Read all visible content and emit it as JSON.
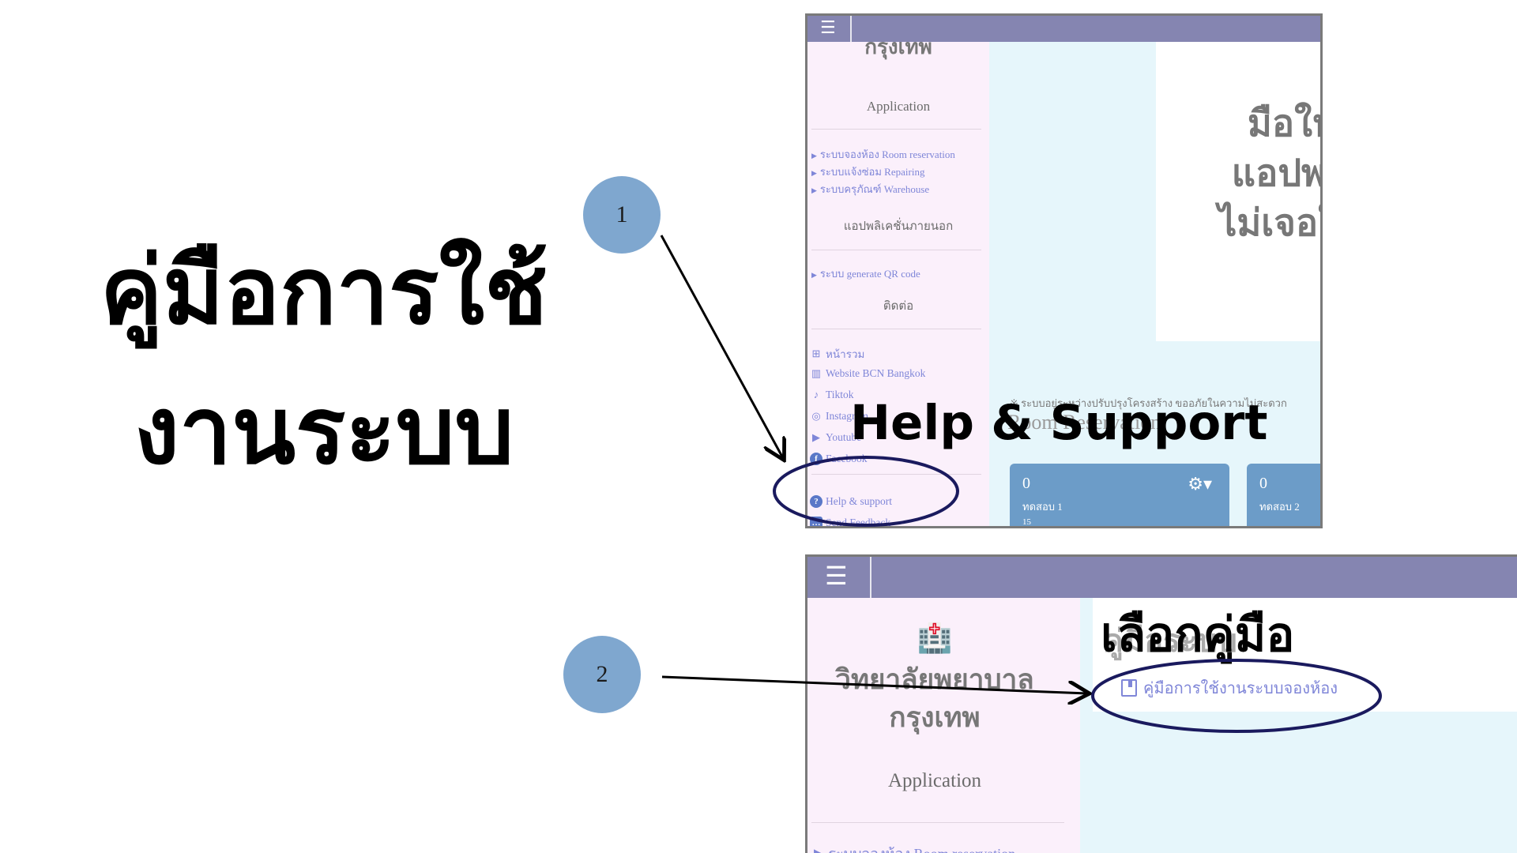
{
  "slide": {
    "title_line1": "คู่มือการใช้",
    "title_line2": "งานระบบ",
    "step1": "1",
    "step2": "2",
    "overlay_help": "Help & Support",
    "overlay_choose": "เลือกคู่มือ"
  },
  "panel1": {
    "menu_icon": "hamburger-icon",
    "college_partial": "กรุงเทพ",
    "section_application": "Application",
    "app_links": [
      "ระบบจองห้อง Room reservation",
      "ระบบแจ้งซ่อม Repairing",
      "ระบบครุภัณฑ์ Warehouse"
    ],
    "section_external": "แอปพลิเคชั่นภายนอก",
    "external_links": [
      "ระบบ generate QR code"
    ],
    "section_contact": "ติดต่อ",
    "contact_links": [
      {
        "icon": "grid-icon",
        "label": "หน้ารวม"
      },
      {
        "icon": "building-icon",
        "label": "Website BCN Bangkok"
      },
      {
        "icon": "tiktok-icon",
        "label": "Tiktok"
      },
      {
        "icon": "instagram-icon",
        "label": "Instagram"
      },
      {
        "icon": "youtube-icon",
        "label": "Youtube"
      },
      {
        "icon": "facebook-icon",
        "label": "Facebook"
      }
    ],
    "help_link": "Help & support",
    "feedback_link": "Send Feedback",
    "welcome_lines": [
      "มือใหม่",
      "แอปพลิเ",
      "ไม่เจอใช่"
    ],
    "notice": "※ ระบบอยู่ระหว่างปรับปรุงโครงสร้าง ขออภัยในความไม่สะดวก",
    "room_title": "Room Reservation",
    "tiles": [
      {
        "value": "0",
        "label": "ทดสอบ 1",
        "sub": "15"
      },
      {
        "value": "0",
        "label": "ทดสอบ 2"
      }
    ]
  },
  "panel2": {
    "menu_icon": "hamburger-icon",
    "college_line1": "วิทยาลัยพยาบาล",
    "college_line2": "กรุงเทพ",
    "section_application": "Application",
    "app_link": "ระบบจองห้อง Room reservation",
    "header_ghost": "คู่มือระบบ",
    "manual_link": "คู่มือการใช้งานระบบจองห้อง"
  },
  "colors": {
    "topbar": "#8585b1",
    "sidebar": "#fbf0fb",
    "content_bg": "#e6f6fb",
    "link": "#7f86d8",
    "badge": "#7fa7cf",
    "tile": "#6c9cc8",
    "ellipse": "#1a1a5e"
  }
}
